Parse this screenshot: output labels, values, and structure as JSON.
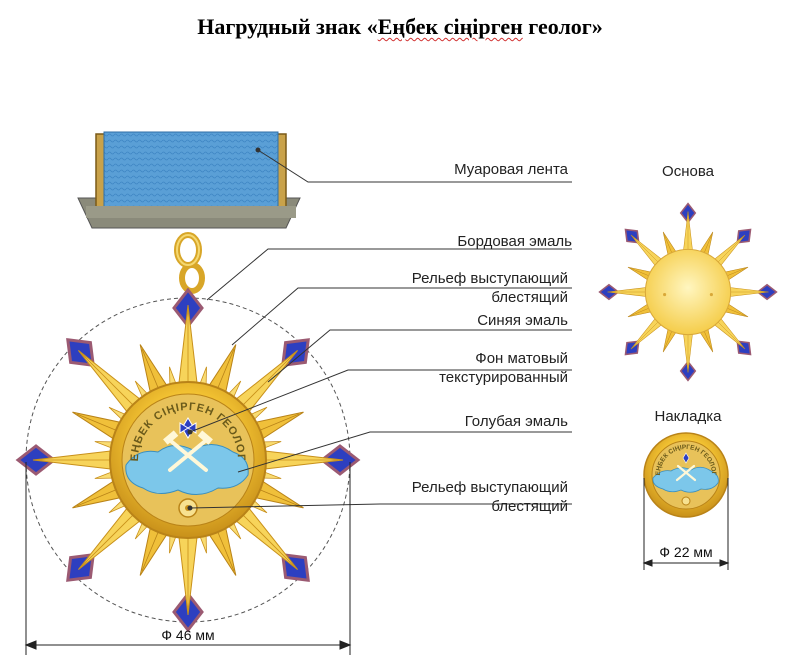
{
  "title": {
    "prefix": "Нагрудный знак «",
    "underlined": "Еңбек сіңірген",
    "suffix": " геолог»"
  },
  "callouts": [
    {
      "line1": "Муаровая лента"
    },
    {
      "line1": "Бордовая эмаль"
    },
    {
      "line1": "Рельеф выступающий",
      "line2": "блестящий"
    },
    {
      "line1": "Синяя эмаль"
    },
    {
      "line1": "Фон матовый",
      "line2": "текстурированный"
    },
    {
      "line1": "Голубая эмаль"
    },
    {
      "line1": "Рельеф выступающий",
      "line2": "блестящий"
    }
  ],
  "views": {
    "base_label": "Основа",
    "overlay_label": "Накладка"
  },
  "dimensions": {
    "main": "Ф 46 мм",
    "overlay": "Ф 22 мм"
  },
  "medal_text": "ЕҢБЕК СІҢІРГЕН ГЕОЛОГ",
  "colors": {
    "ribbon": "#5a9fd6",
    "gold": "#f2c232",
    "gold_dark": "#c8901a",
    "blue_enamel": "#2d3fc0",
    "light_blue_enamel": "#7cc7ea",
    "burgundy_enamel": "#9b5a72"
  }
}
